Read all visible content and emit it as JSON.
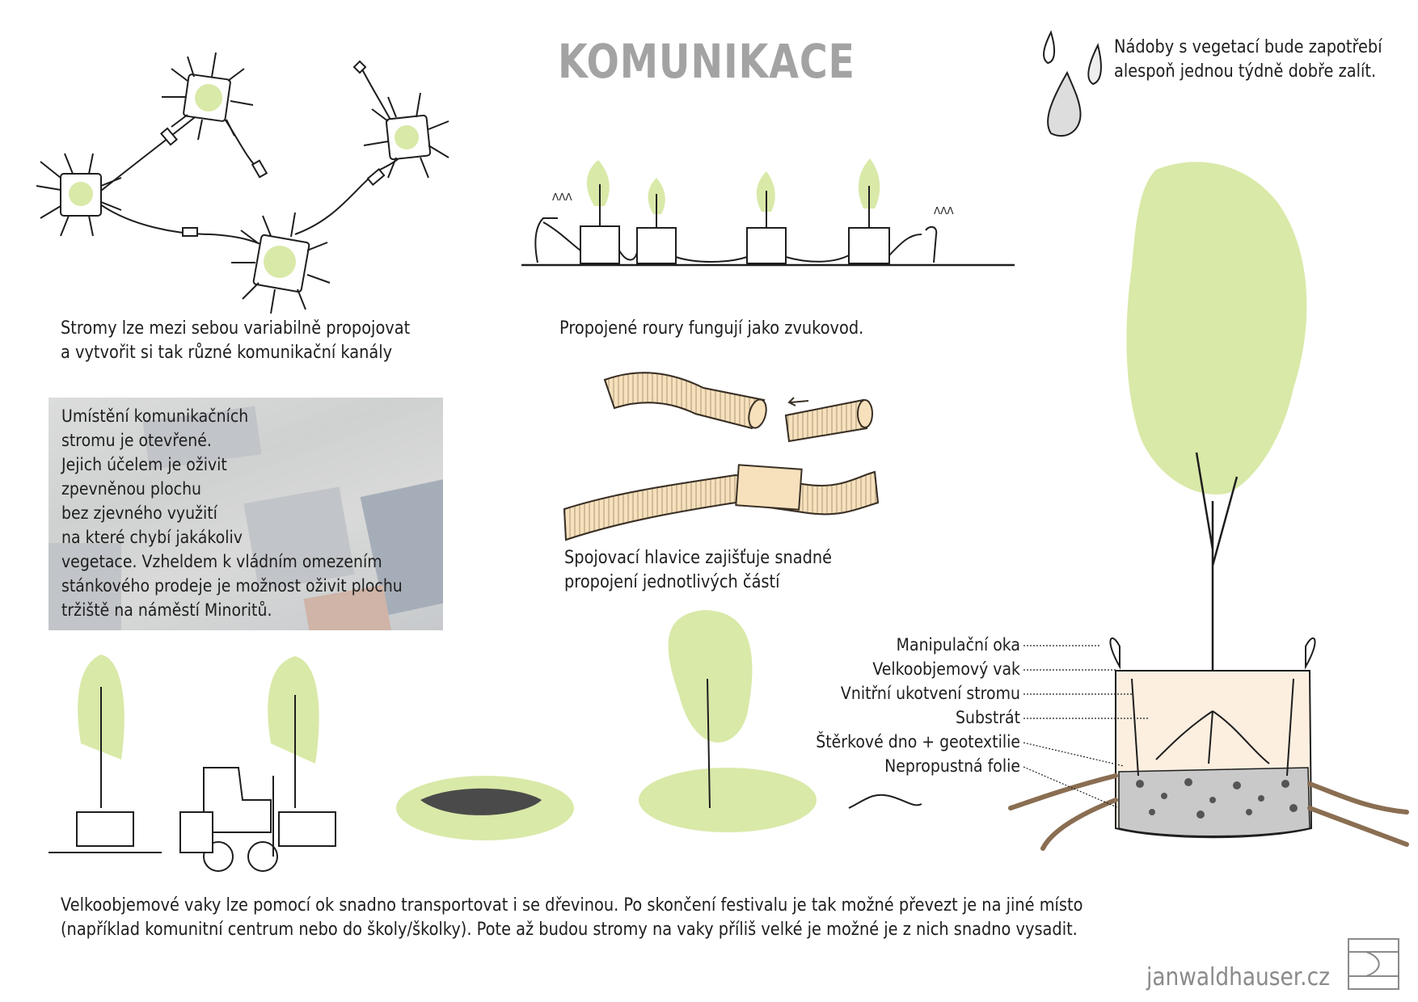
{
  "title": "KOMUNIKACE",
  "watering_note": [
    "Nádoby s vegetací bude zapotřebí",
    "alespoň jednou týdně dobře zalít."
  ],
  "network_caption": [
    "Stromy lze mezi sebou variabilně propojovat",
    "a vytvořit si tak různé komunikační kanály"
  ],
  "pipes_caption": "Propojené roury fungují jako zvukovod.",
  "connector_caption": [
    "Spojovací hlavice zajišťuje snadné",
    "propojení jednotlivých částí"
  ],
  "placement_text": [
    "Umístění komunikačních",
    "stromu je otevřené.",
    "Jejich účelem je oživit",
    "zpevněnou plochu",
    "bez zjevného využití",
    "na které chybí jakákoliv",
    "vegetace. Vzheldem k vládním omezením",
    "stánkového prodeje je možnost oživit plochu",
    "tržiště na náměstí Minoritů."
  ],
  "bag_labels": [
    "Manipulační oka",
    "Velkoobjemový vak",
    "Vnitřní ukotvení stromu",
    "Substrát",
    "Štěrkové dno + geotextilie",
    "Nepropustná folie"
  ],
  "bottom_text": [
    "Velkoobjemové vaky lze pomocí ok snadno transportovat i se dřevinou. Po skončení festivalu je tak možné převezt je na jiné místo",
    "(například komunitní centrum nebo do školy/školky). Pote až budou stromy na vaky příliš velké je možné je z nich snadno vysadit."
  ],
  "website": "janwaldhauser.cz",
  "colors": {
    "foliage": "#d9e9a8",
    "pipe": "#f7e1bc",
    "title": "#a3a3a3",
    "ink": "#1e1e1e"
  }
}
